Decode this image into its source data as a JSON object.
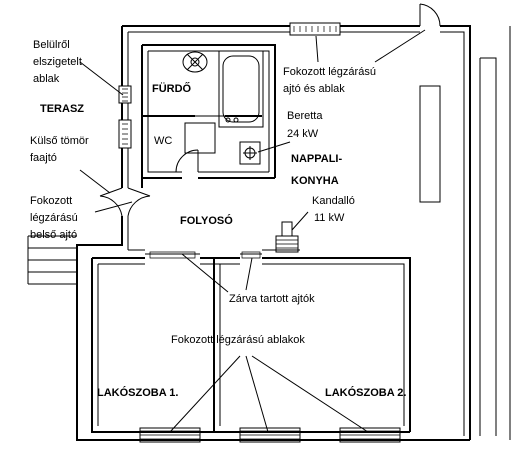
{
  "rooms": {
    "furdo": "FÜRDŐ",
    "wc": "WC",
    "terasz": "TERASZ",
    "folyoso": "FOLYOSÓ",
    "nappali_line1": "NAPPALI-",
    "nappali_line2": "KONYHA",
    "lakoszoba1": "LAKÓSZOBA 1.",
    "lakoszoba2": "LAKÓSZOBA 2."
  },
  "annotations": {
    "isolated_window": [
      "Belülről",
      "elszigetelt",
      "ablak"
    ],
    "external_door": [
      "Külső tömör",
      "faajtó"
    ],
    "airtight_inner_door": [
      "Fokozott",
      "légzárású",
      "belső ajtó"
    ],
    "airtight_door_window": [
      "Fokozott légzárású",
      "ajtó és ablak"
    ],
    "beretta": [
      "Beretta",
      "24 kW"
    ],
    "kandallo": [
      "Kandalló",
      "11 kW"
    ],
    "closed_doors": "Zárva tartott ajtók",
    "airtight_windows": "Fokozott légzárású ablakok"
  },
  "colors": {
    "line": "#000000",
    "background": "#ffffff"
  }
}
